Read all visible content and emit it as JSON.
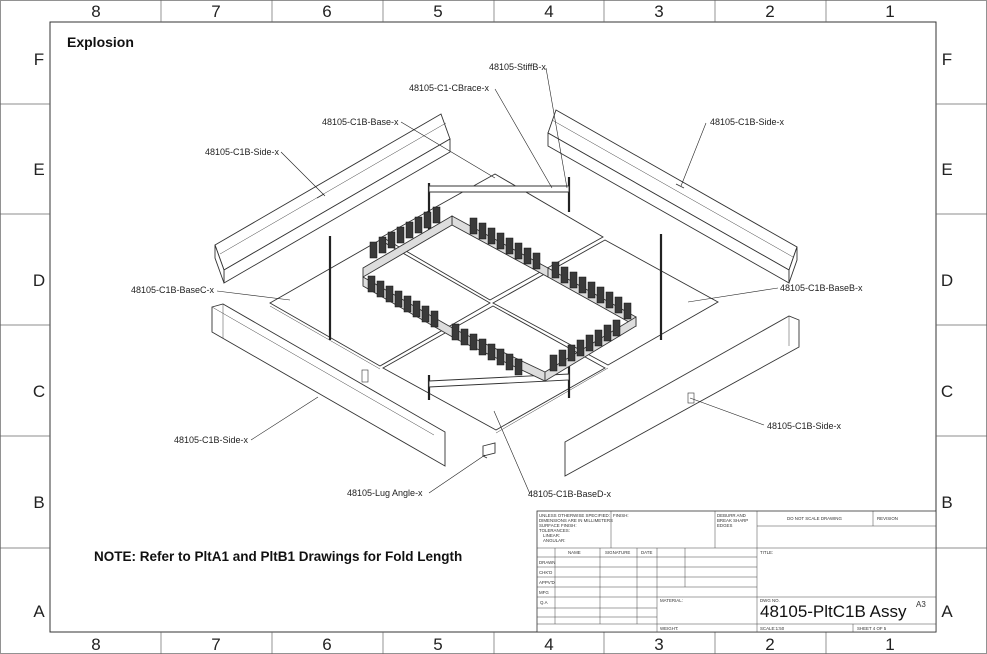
{
  "drawing": {
    "view_title": "Explosion",
    "note": "NOTE: Refer to PltA1 and PltB1 Drawings for Fold Length",
    "column_labels_top": [
      "8",
      "7",
      "6",
      "5",
      "4",
      "3",
      "2",
      "1"
    ],
    "column_labels_bottom": [
      "8",
      "7",
      "6",
      "5",
      "4",
      "3",
      "2",
      "1"
    ],
    "row_labels_left": [
      "F",
      "E",
      "D",
      "C",
      "B",
      "A"
    ],
    "row_labels_right": [
      "F",
      "E",
      "D",
      "C",
      "B",
      "A"
    ],
    "callouts": {
      "stiff_b": "48105-StiffB-x",
      "c1_cbrace": "48105-C1-CBrace-x",
      "c1b_base": "48105-C1B-Base-x",
      "c1b_side_ul": "48105-C1B-Side-x",
      "c1b_side_ur": "48105-C1B-Side-x",
      "c1b_basec": "48105-C1B-BaseC-x",
      "c1b_baseb": "48105-C1B-BaseB-x",
      "c1b_side_ll": "48105-C1B-Side-x",
      "c1b_side_lr": "48105-C1B-Side-x",
      "lug_angle": "48105-Lug Angle-x",
      "c1b_based": "48105-C1B-BaseD-x"
    }
  },
  "title_block": {
    "general_notes": [
      "UNLESS OTHERWISE SPECIFIED:",
      "DIMENSIONS ARE IN MILLIMETERS",
      "SURFACE FINISH:",
      "TOLERANCES:",
      "LINEAR:",
      "ANGULAR:"
    ],
    "finish_label": "FINISH:",
    "deburr": [
      "DEBURR AND",
      "BREAK SHARP",
      "EDGES"
    ],
    "do_not_scale": "DO NOT SCALE DRAWING",
    "revision_label": "REVISION",
    "col_headers": [
      "NAME",
      "SIGNATURE",
      "DATE"
    ],
    "row_labels": [
      "DRAWN",
      "CHK'D",
      "APPV'D",
      "MFG",
      "Q.A"
    ],
    "title_label": "TITLE:",
    "material_label": "MATERIAL:",
    "dwg_no_label": "DWG NO.",
    "dwg_no": "48105-PltC1B Assy",
    "sheet_size": "A3",
    "weight_label": "WEIGHT:",
    "scale": "SCALE:1:50",
    "sheet": "SHEET 4 OF 5"
  }
}
